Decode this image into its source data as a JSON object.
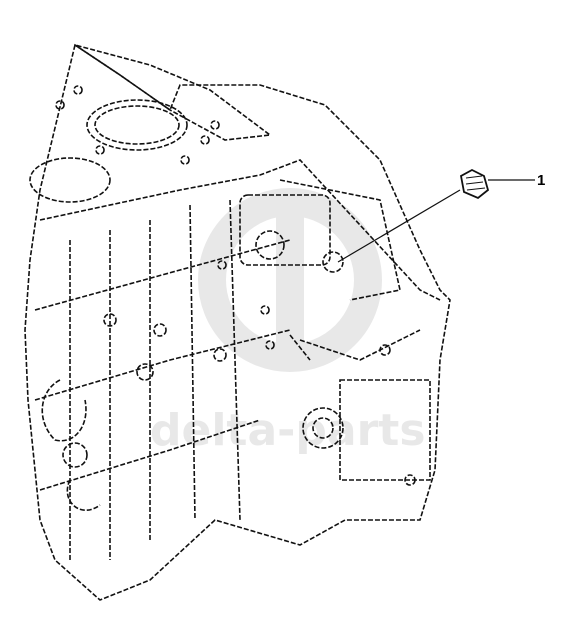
{
  "diagram": {
    "callouts": [
      {
        "label": "1",
        "part": "plug"
      }
    ]
  },
  "watermark": {
    "text": "delta-parts",
    "color": "#d0d0d0"
  },
  "colors": {
    "line": "#111111",
    "background": "#ffffff"
  }
}
